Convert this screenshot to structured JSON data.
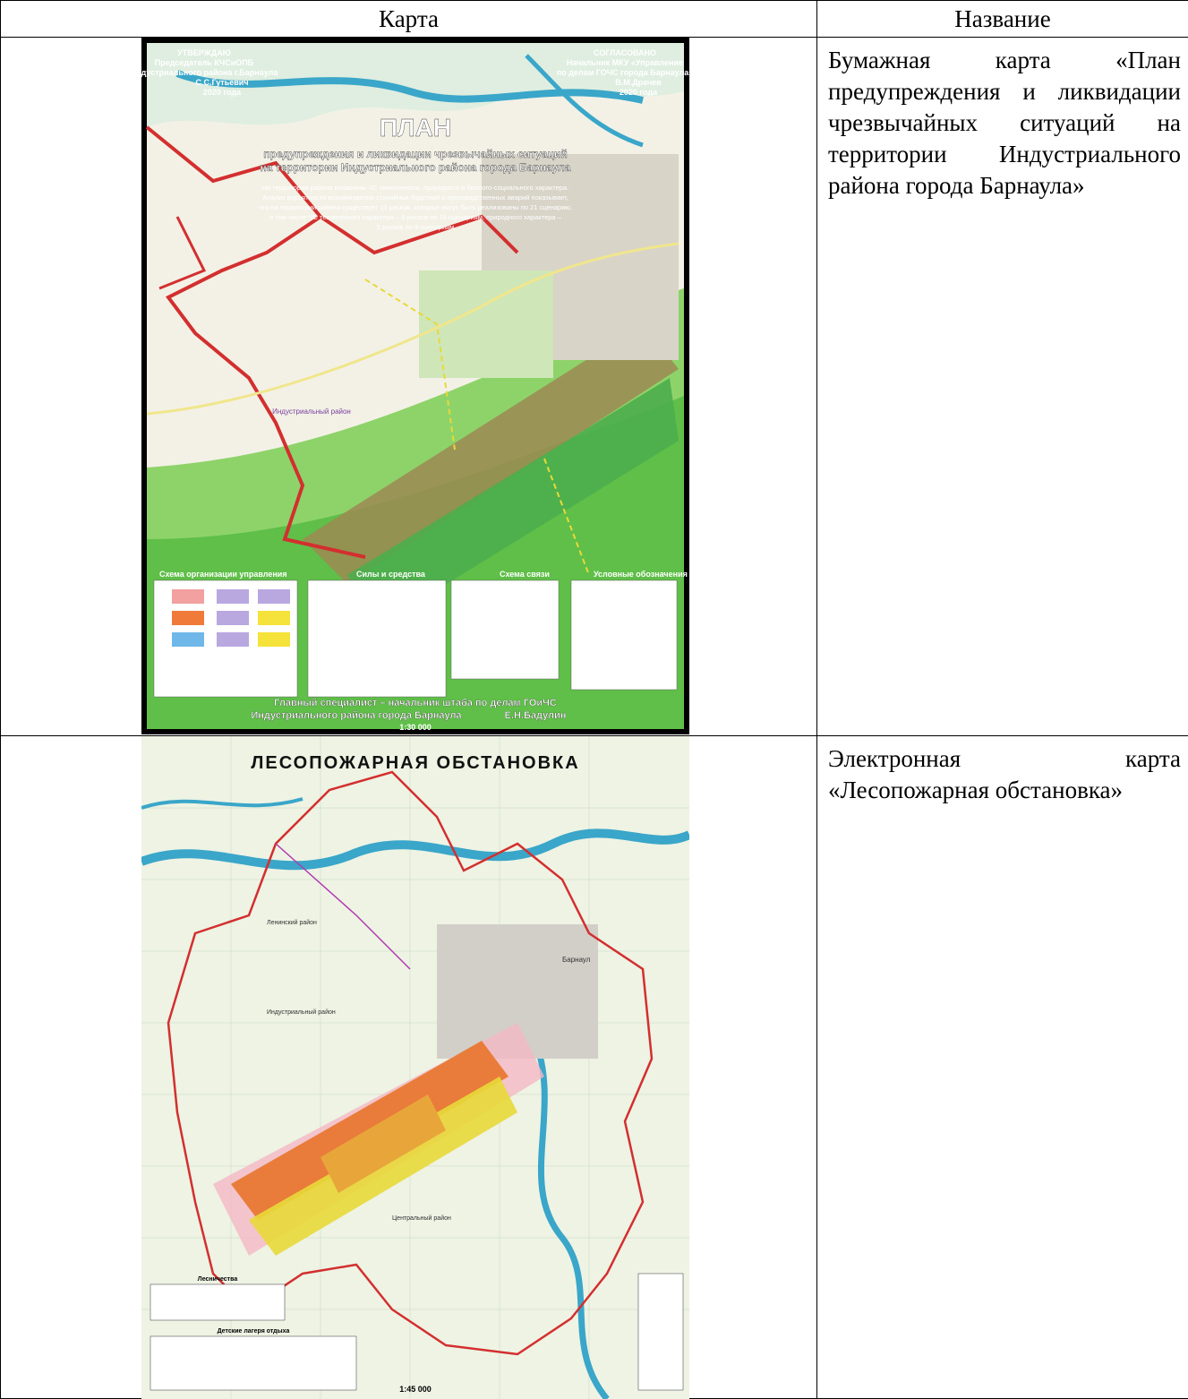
{
  "table": {
    "headers": [
      "Карта",
      "Название"
    ],
    "rows": [
      {
        "name": "Бумажная карта «План предупреждения и ликвидации чрезвычайных ситуаций на территории Индустриального района города Барнаула»",
        "map": {
          "stamp_left": [
            "УТВЕРЖДАЮ",
            "Председатель КЧСиОПБ",
            "Индустриального района г.Барнаула",
            "С.С.Гутьевич",
            "2020 года"
          ],
          "stamp_right": [
            "СОГЛАСОВАНО",
            "Начальник МКУ «Управление",
            "по делам ГОЧС города Барнаула»",
            "В.М.Драчев",
            "2020 года"
          ],
          "title": "ПЛАН",
          "subtitle": [
            "предупреждения и ликвидации чрезвычайных ситуаций",
            "на территории Индустриального района города Барнаула"
          ],
          "description": [
            "На территории района возможны ЧС техногенного, природного и биолого-социального характера.",
            "Анализ вероятности возникновения стихийных бедствий и производственных аварий показывает,",
            "что на территории района существует 13 рисков, которые могут быть реализованы по 21 сценарию,",
            "в том числе ЧС техногенного характера – 8 рисков по 16 сценариям, природного характера –",
            "5 рисков по 9 сценариям"
          ],
          "section_labels": [
            "Схема организации управления",
            "Силы и средства",
            "Схема связи",
            "Условные обозначения"
          ],
          "footer": [
            "Главный специалист – начальник штаба по делам ГОиЧС",
            "Индустриального района города Барнаула",
            "Е.Н.Бадулин"
          ],
          "scale": "1:30 000",
          "district_label": "Индустриальный район"
        }
      },
      {
        "name": "Электронная карта «Лесопожарная обстановка»",
        "map": {
          "title": "ЛЕСОПОЖАРНАЯ ОБСТАНОВКА",
          "city_label": "Барнаул",
          "district_labels": [
            "Индустриальный район",
            "Центральный район",
            "Ленинский район"
          ],
          "table_titles": [
            "Лесничества",
            "Детские лагеря отдыха"
          ],
          "scale": "1:45 000"
        }
      }
    ]
  },
  "colors": {
    "map_border": "#000000",
    "forest_green": "#5cb85c",
    "district_line": "#d32f2f",
    "fire_orange": "#e8742a",
    "fire_yellow": "#e8d93a",
    "river_blue": "#3aa6c9"
  }
}
